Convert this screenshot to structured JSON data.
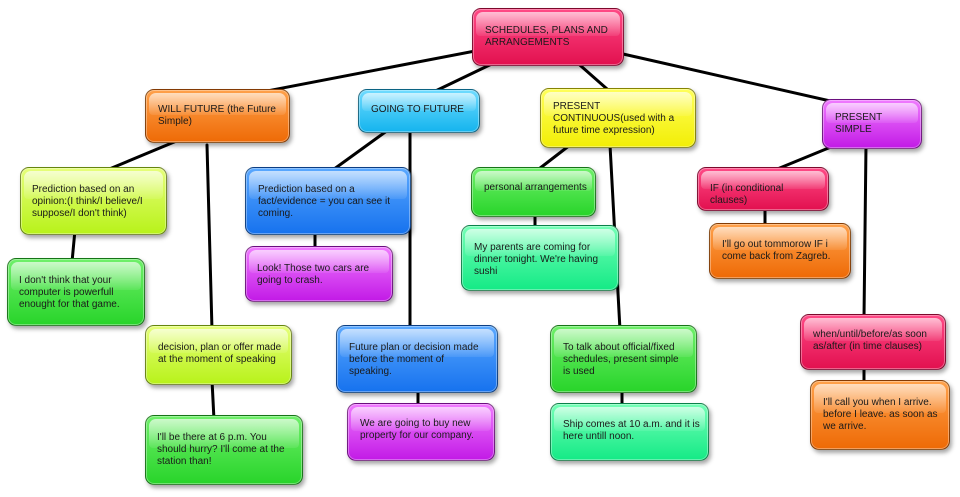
{
  "diagram": {
    "root": "SCHEDULES, PLANS AND ARRANGEMENTS",
    "will_future": {
      "title": "WILL FUTURE (the Future Simple)",
      "prediction": "Prediction based on an opinion:(I think/I believe/I suppose/I don't think)",
      "prediction_example": "I don't think that your computer is powerfull enought for that game.",
      "decision": "decision, plan or offer made at the moment of speaking",
      "decision_example": "I'll be there at 6 p.m. You should hurry? I'll come at the station than!"
    },
    "going_to": {
      "title": "GOING TO FUTURE",
      "prediction": "Prediction based on a fact/evidence = you can see it coming.",
      "prediction_example": "Look! Those two cars are going to crash.",
      "plan": "Future plan or decision made before the moment of speaking.",
      "plan_example": "We are going to buy new property for our company."
    },
    "present_continuous": {
      "title": "PRESENT CONTINUOUS(used with a future time expression)",
      "arrangements": "personal arrangements",
      "arrangements_example": "My parents are coming for dinner tonight. We're having sushi"
    },
    "present_simple": {
      "title": "PRESENT SIMPLE",
      "conditional": "IF (in conditional clauses)",
      "conditional_example": "I'll go out tommorow IF i come back from Zagreb.",
      "schedules": "To talk about official/fixed schedules, present simple is used",
      "schedules_example": "Ship comes at 10 a.m. and it is here untill noon.",
      "time_clauses": "when/until/before/as soon as/after (in time clauses)",
      "time_clauses_example": "I'll call you when I arrive. before I leave. as soon as we arrive."
    }
  }
}
